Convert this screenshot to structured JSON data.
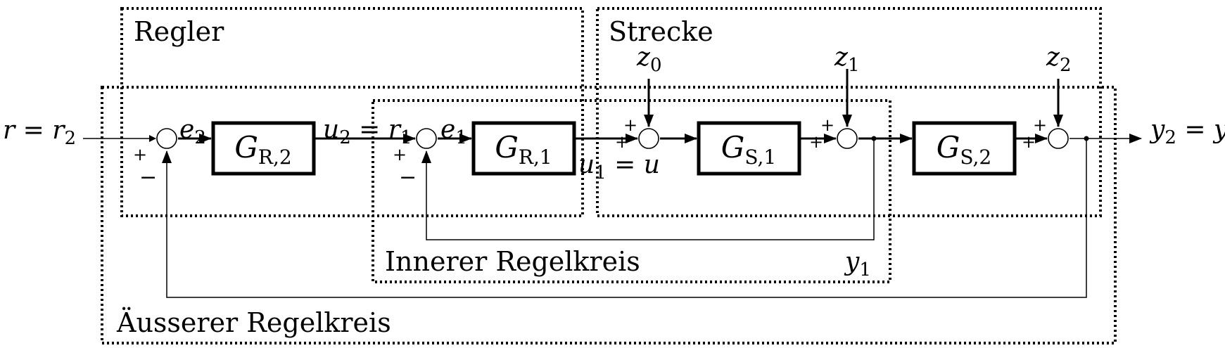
{
  "groups": {
    "regler": "Regler",
    "strecke": "Strecke",
    "inner_loop": "Innerer Regelkreis",
    "outer_loop": "Äusserer Regelkreis"
  },
  "blocks": {
    "gr2": {
      "base": "G",
      "sub": "R,2"
    },
    "gr1": {
      "base": "G",
      "sub": "R,1"
    },
    "gs1": {
      "base": "G",
      "sub": "S,1"
    },
    "gs2": {
      "base": "G",
      "sub": "S,2"
    }
  },
  "signals": {
    "input": {
      "lhs": "r",
      "eq": " = ",
      "rhs": "r",
      "rhs_sub": "2"
    },
    "e2": {
      "base": "e",
      "sub": "2"
    },
    "u2r1": {
      "base": "u",
      "sub": "2",
      "eq": " = ",
      "rhs": "r",
      "rhs_sub": "1"
    },
    "e1": {
      "base": "e",
      "sub": "1"
    },
    "u1u": {
      "base": "u",
      "sub": "1",
      "eq": " = ",
      "rhs": "u"
    },
    "z0": {
      "base": "z",
      "sub": "0"
    },
    "z1": {
      "base": "z",
      "sub": "1"
    },
    "z2": {
      "base": "z",
      "sub": "2"
    },
    "y1": {
      "base": "y",
      "sub": "1"
    },
    "output": {
      "base": "y",
      "sub": "2",
      "eq": " = ",
      "rhs": "y"
    }
  },
  "signs": {
    "plus": "+",
    "minus": "−"
  }
}
